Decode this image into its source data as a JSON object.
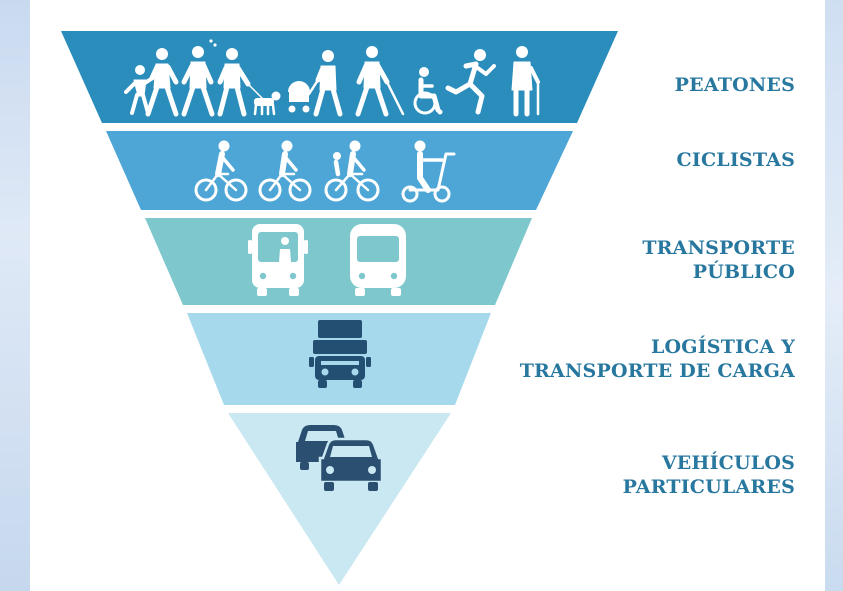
{
  "hierarchy": {
    "levels": [
      {
        "id": "peatones",
        "lines": [
          "PEATONES"
        ],
        "color": "#2a8dbb",
        "icons": [
          "family-walking-icon",
          "person-walking-icon",
          "person-walking-dog-icon",
          "person-pushing-stroller-icon",
          "blind-person-cane-icon",
          "wheelchair-user-icon",
          "person-running-icon",
          "elderly-person-cane-icon"
        ]
      },
      {
        "id": "ciclistas",
        "lines": [
          "CICLISTAS"
        ],
        "color": "#4ea6d6",
        "icons": [
          "cyclist-icon",
          "cyclist-icon",
          "cyclist-with-child-icon",
          "scooter-rider-icon"
        ]
      },
      {
        "id": "transporte-publico",
        "lines": [
          "TRANSPORTE",
          "PÚBLICO"
        ],
        "color": "#7ec8cd",
        "icons": [
          "bus-front-with-driver-icon",
          "bus-rear-icon"
        ]
      },
      {
        "id": "logistica",
        "lines": [
          "LOGÍSTICA Y",
          "TRANSPORTE DE CARGA"
        ],
        "color": "#a6d9ec",
        "icons": [
          "cargo-truck-icon"
        ]
      },
      {
        "id": "vehiculos",
        "lines": [
          "VEHÍCULOS",
          "PARTICULARES"
        ],
        "color": "#c9e8f1",
        "icons": [
          "two-cars-icon"
        ]
      }
    ]
  }
}
